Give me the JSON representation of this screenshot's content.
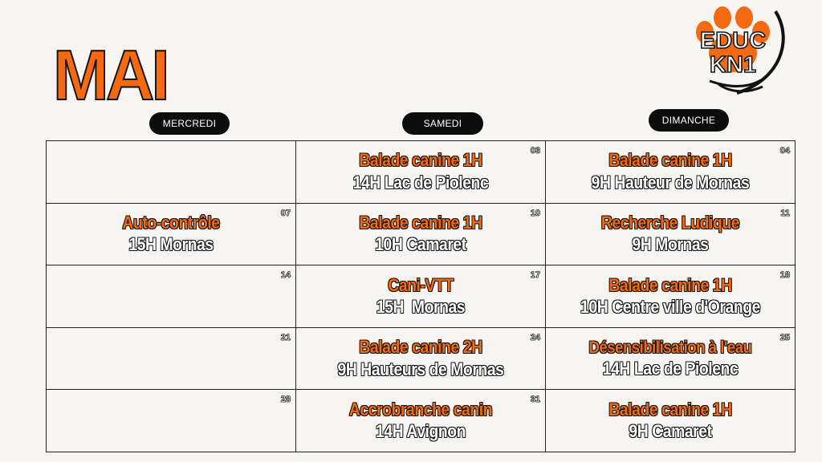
{
  "header": {
    "month": "MAI",
    "logo_line1": "EDUC",
    "logo_line2": "KN1"
  },
  "columns": [
    "MERCREDI",
    "SAMEDI",
    "DIMANCHE"
  ],
  "colors": {
    "accent": "#f36a12",
    "ink": "#111111",
    "background": "#f7f5f2"
  },
  "rows": [
    [
      {
        "day": "",
        "title": "",
        "detail": ""
      },
      {
        "day": "03",
        "title": "Balade canine 1H",
        "detail": "14H Lac de Piolenc"
      },
      {
        "day": "04",
        "title": "Balade canine 1H",
        "detail": "9H Hauteur de Mornas"
      }
    ],
    [
      {
        "day": "07",
        "title": "Auto-contrôle",
        "detail": "15H Mornas"
      },
      {
        "day": "10",
        "title": "Balade canine 1H",
        "detail": "10H Camaret"
      },
      {
        "day": "11",
        "title": "Recherche Ludique",
        "detail": "9H Mornas"
      }
    ],
    [
      {
        "day": "14",
        "title": "",
        "detail": ""
      },
      {
        "day": "17",
        "title": "Cani-VTT",
        "detail": "15H  Mornas"
      },
      {
        "day": "18",
        "title": "Balade canine 1H",
        "detail": "10H Centre ville d'Orange"
      }
    ],
    [
      {
        "day": "21",
        "title": "",
        "detail": ""
      },
      {
        "day": "24",
        "title": "Balade canine 2H",
        "detail": "9H Hauteurs de Mornas"
      },
      {
        "day": "25",
        "title": "Désensibilisation à l'eau",
        "detail": "14H Lac de Piolenc"
      }
    ],
    [
      {
        "day": "28",
        "title": "",
        "detail": ""
      },
      {
        "day": "31",
        "title": "Accrobranche canin",
        "detail": "14H Avignon"
      },
      {
        "day": "",
        "title": "Balade canine 1H",
        "detail": "9H Camaret"
      }
    ]
  ]
}
